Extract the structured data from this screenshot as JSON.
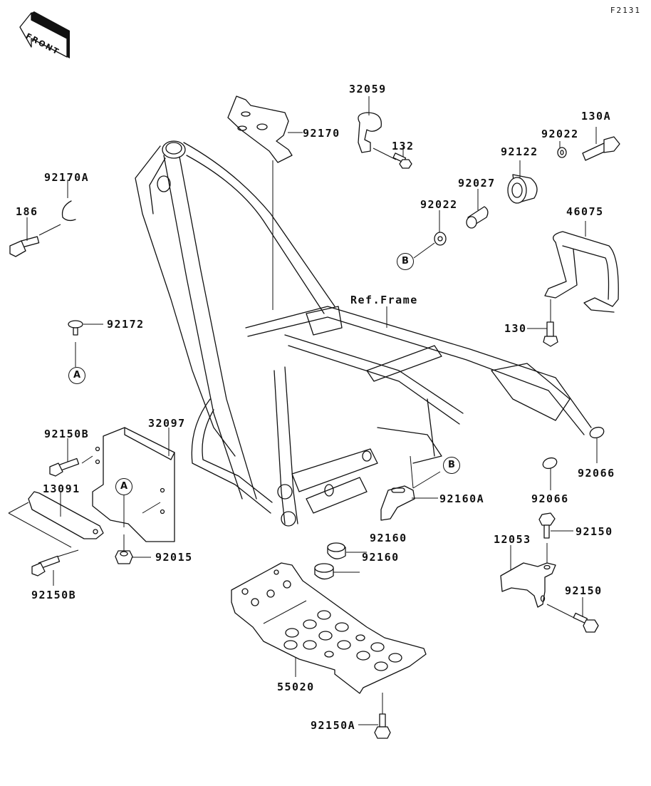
{
  "diagram": {
    "code": "F2131",
    "direction_label": "FRONT",
    "reference_label": "Ref.Frame",
    "ref_markers": {
      "a": "A",
      "b": "B"
    },
    "parts": [
      {
        "id": "p92170",
        "number": "92170",
        "name": "bracket"
      },
      {
        "id": "p32059",
        "number": "32059",
        "name": "clamp"
      },
      {
        "id": "p132",
        "number": "132",
        "name": "bolt"
      },
      {
        "id": "p130a",
        "number": "130A",
        "name": "bolt"
      },
      {
        "id": "p92022a",
        "number": "92022",
        "name": "washer"
      },
      {
        "id": "p92122",
        "number": "92122",
        "name": "damper"
      },
      {
        "id": "p92027",
        "number": "92027",
        "name": "collar"
      },
      {
        "id": "p92022b",
        "number": "92022",
        "name": "washer"
      },
      {
        "id": "p46075",
        "number": "46075",
        "name": "grab bar"
      },
      {
        "id": "p130",
        "number": "130",
        "name": "bolt"
      },
      {
        "id": "p92170a",
        "number": "92170A",
        "name": "clamp"
      },
      {
        "id": "p186",
        "number": "186",
        "name": "bolt"
      },
      {
        "id": "p92172",
        "number": "92172",
        "name": "screw"
      },
      {
        "id": "p32097",
        "number": "32097",
        "name": "cover"
      },
      {
        "id": "p92150b1",
        "number": "92150B",
        "name": "bolt"
      },
      {
        "id": "p13091",
        "number": "13091",
        "name": "plate"
      },
      {
        "id": "p92015",
        "number": "92015",
        "name": "nut"
      },
      {
        "id": "p92150b2",
        "number": "92150B",
        "name": "bolt"
      },
      {
        "id": "p92160a",
        "number": "92160A",
        "name": "damper"
      },
      {
        "id": "p92066a",
        "number": "92066",
        "name": "cap"
      },
      {
        "id": "p92066b",
        "number": "92066",
        "name": "cap"
      },
      {
        "id": "p92160a1",
        "number": "92160",
        "name": "cap"
      },
      {
        "id": "p92160b",
        "number": "92160",
        "name": "cap"
      },
      {
        "id": "p12053",
        "number": "12053",
        "name": "bracket"
      },
      {
        "id": "p92150a",
        "number": "92150",
        "name": "bolt"
      },
      {
        "id": "p92150b",
        "number": "92150",
        "name": "bolt"
      },
      {
        "id": "p55020",
        "number": "55020",
        "name": "skid plate"
      },
      {
        "id": "p92150A",
        "number": "92150A",
        "name": "bolt"
      }
    ]
  }
}
